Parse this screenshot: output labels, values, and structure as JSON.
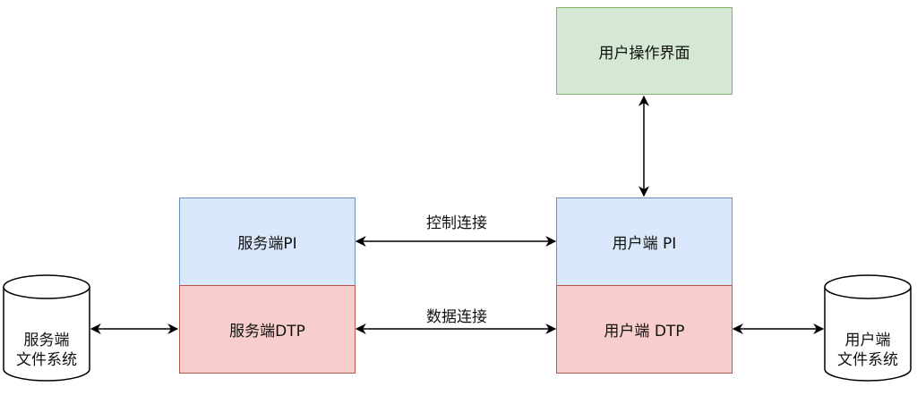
{
  "nodes": {
    "user_ui": "用户操作界面",
    "server_pi": "服务端PI",
    "server_dtp": "服务端DTP",
    "client_pi": "用户端 PI",
    "client_dtp": "用户端 DTP",
    "server_fs_line1": "服务端",
    "server_fs_line2": "文件系统",
    "client_fs_line1": "用户端",
    "client_fs_line2": "文件系统"
  },
  "edges": {
    "control": "控制连接",
    "data": "数据连接"
  },
  "colors": {
    "green_fill": "#d5e8d4",
    "green_stroke": "#82b366",
    "blue_fill": "#dae8fc",
    "blue_stroke": "#6c8ebf",
    "red_fill": "#f8cecc",
    "red_stroke": "#b85450"
  }
}
